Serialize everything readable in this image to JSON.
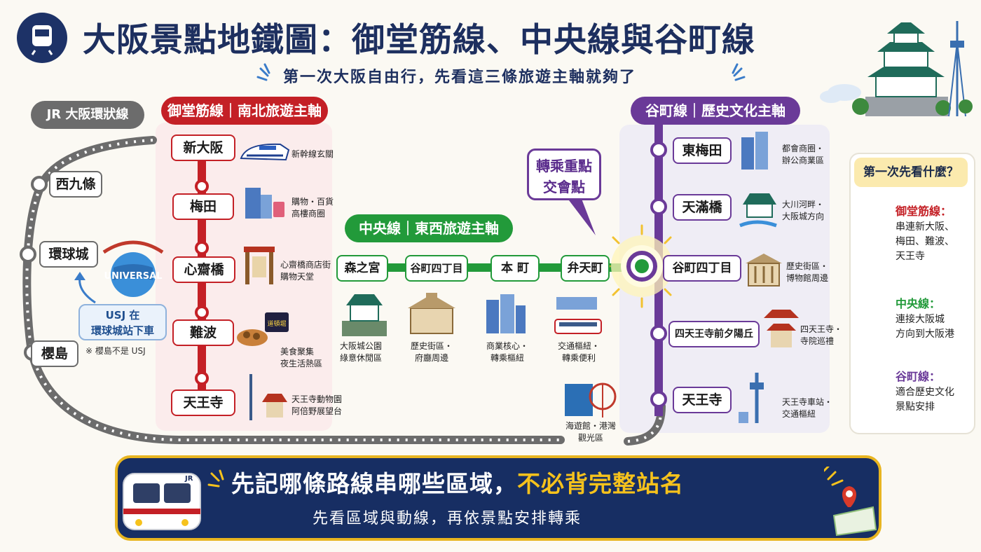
{
  "header": {
    "title": "大阪景點地鐵圖：御堂筋線、中央線與谷町線",
    "subtitle": "第一次大阪自由行，先看這三條旅遊主軸就夠了"
  },
  "colors": {
    "midosuji": "#c42026",
    "chuo": "#229a3a",
    "tanimachi": "#6a3a98",
    "loop": "#6c6c6c",
    "navy": "#1d2f5f",
    "gold": "#e8b520"
  },
  "jr_loop": {
    "label": "JR 大阪環狀線",
    "stations": [
      "西九條",
      "環球城",
      "櫻島"
    ]
  },
  "usj": {
    "logo_text": "UNIVERSAL",
    "box_line1": "USJ 在",
    "box_line2": "環球城站下車",
    "note": "※ 櫻島不是 USJ"
  },
  "midosuji": {
    "label": "御堂筋線｜南北旅遊主軸",
    "stations": [
      {
        "name": "新大阪",
        "desc": [
          "新幹線玄關"
        ],
        "icon": "shinkansen-icon"
      },
      {
        "name": "梅田",
        "desc": [
          "購物・百貨",
          "高樓商圈"
        ],
        "icon": "shopping-buildings-icon"
      },
      {
        "name": "心齋橋",
        "desc": [
          "心齋橋商店街",
          "購物天堂"
        ],
        "icon": "shopping-street-gate-icon"
      },
      {
        "name": "難波",
        "desc": [
          "美食聚集",
          "夜生活熱區"
        ],
        "icon": "takoyaki-icon"
      },
      {
        "name": "天王寺",
        "desc": [
          "天王寺動物園",
          "阿倍野展望台"
        ],
        "icon": "tower-temple-icon"
      }
    ],
    "dotonbori_sign": "道頓堀"
  },
  "chuo": {
    "label": "中央線｜東西旅遊主軸",
    "stations": [
      {
        "name": "森之宮",
        "desc": [
          "大阪城公園",
          "綠意休閒區"
        ],
        "icon": "osaka-castle-icon"
      },
      {
        "name": "谷町四丁目",
        "desc": [
          "歷史街區・",
          "府廳周邊"
        ],
        "icon": "historic-building-icon"
      },
      {
        "name": "本 町",
        "desc": [
          "商業核心・",
          "轉乘樞紐"
        ],
        "icon": "office-buildings-icon"
      },
      {
        "name": "弁天町",
        "desc": [
          "交通樞紐・",
          "轉乘便利"
        ],
        "icon": "train-icon"
      }
    ],
    "extra": {
      "desc": [
        "海遊館・港灣",
        "觀光區"
      ],
      "icon": "aquarium-ferris-wheel-icon"
    }
  },
  "transfer": {
    "callout_line1": "轉乘重點",
    "callout_line2": "交會點"
  },
  "tanimachi": {
    "label": "谷町線｜歷史文化主軸",
    "stations": [
      {
        "name": "東梅田",
        "desc": [
          "都會商圈・",
          "辦公商業區"
        ],
        "icon": "skyscraper-icon"
      },
      {
        "name": "天滿橋",
        "desc": [
          "大川河畔・",
          "大阪城方向"
        ],
        "icon": "castle-river-icon"
      },
      {
        "name": "谷町四丁目",
        "desc": [
          "歷史街區・",
          "博物館周邊"
        ],
        "icon": "museum-icon"
      },
      {
        "name": "四天王寺前夕陽丘",
        "desc": [
          "四天王寺・",
          "寺院巡禮"
        ],
        "icon": "pagoda-icon"
      },
      {
        "name": "天王寺",
        "desc": [
          "天王寺車站・",
          "交通樞紐"
        ],
        "icon": "tsutenkaku-icon"
      }
    ]
  },
  "sidebar": {
    "heading": "第一次先看什麼？",
    "items": [
      {
        "name": "御堂筋線：",
        "desc": [
          "串連新大阪、",
          "梅田、難波、",
          "天王寺"
        ],
        "color": "#c42026"
      },
      {
        "name": "中央線：",
        "desc": [
          "連接大阪城",
          "方向到大阪港"
        ],
        "color": "#229a3a"
      },
      {
        "name": "谷町線：",
        "desc": [
          "適合歷史文化",
          "景點安排"
        ],
        "color": "#6a3a98"
      }
    ]
  },
  "banner": {
    "main_a": "先記哪條路線串哪些區域，",
    "main_b": "不必背完整站名",
    "sub": "先看區域與動線，再依景點安排轉乘",
    "train_badge": "JR"
  }
}
